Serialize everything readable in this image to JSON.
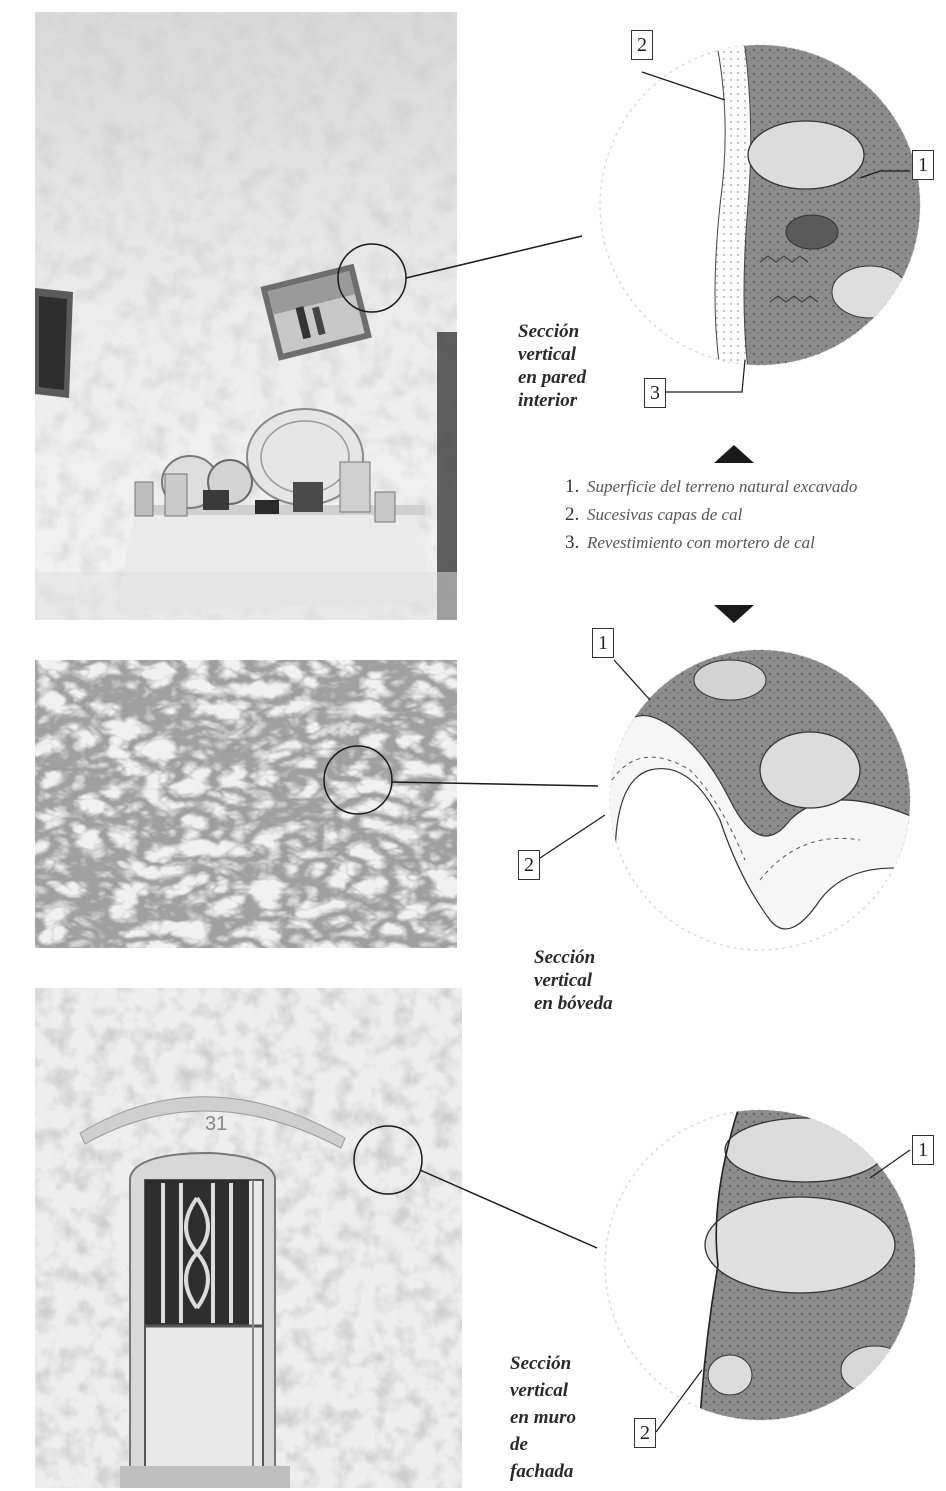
{
  "captions": {
    "wall": [
      "Sección",
      "vertical",
      "en pared",
      "interior"
    ],
    "vault": [
      "Sección",
      "vertical",
      "en bóveda"
    ],
    "facade": [
      "Sección",
      "vertical",
      "en muro",
      "de",
      "fachada"
    ]
  },
  "legend": [
    {
      "num": "1.",
      "text": "Superficie del terreno natural excavado"
    },
    {
      "num": "2.",
      "text": "Sucesivas capas de cal"
    },
    {
      "num": "3.",
      "text": "Revestimiento con mortero de cal"
    }
  ],
  "labels": {
    "wall_1": "1",
    "wall_2": "2",
    "wall_3": "3",
    "vault_1": "1",
    "vault_2": "2",
    "facade_1": "1",
    "facade_2": "2"
  },
  "photo_text": {
    "house_number": "31"
  }
}
